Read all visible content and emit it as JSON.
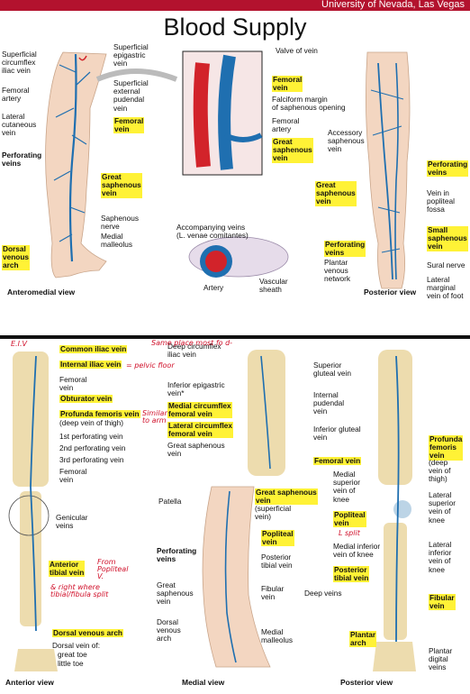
{
  "header": {
    "university": "University of Nevada, Las Vegas",
    "title": "Blood Supply"
  },
  "top_left": {
    "labels": [
      "Superficial\ncircumflex\niliac vein",
      "Superficial\nepigastric\nvein",
      "Femoral\nartery",
      "Superficial\nexternal\npudendal\nvein",
      "Lateral\ncutaneous\nvein",
      "Perforating\nveins",
      "Saphenous\nnerve",
      "Medial\nmalleolus"
    ],
    "highlighted": [
      "Femoral\nvein",
      "Great\nsaphenous\nvein",
      "Dorsal\nvenous\narch"
    ],
    "view": "Anteromedial view"
  },
  "top_middle": {
    "labels": [
      "Valve of vein",
      "Falciform margin\nof saphenous opening",
      "Femoral\nartery",
      "Accompanying veins\n(L. venae comitantes)",
      "Artery",
      "Vascular\nsheath"
    ],
    "highlighted": [
      "Femoral\nvein",
      "Great\nsaphenous\nvein"
    ]
  },
  "top_right": {
    "labels": [
      "Accessory\nsaphenous\nvein",
      "Vein in\npopliteal\nfossa",
      "Sural nerve",
      "Plantar\nvenous\nnetwork",
      "Lateral\nmarginal\nvein of foot"
    ],
    "highlighted": [
      "Perforating\nveins",
      "Great\nsaphenous\nvein",
      "Small\nsaphenous\nvein",
      "Perforating\nveins"
    ],
    "view": "Posterior view"
  },
  "bottom_left": {
    "labels": [
      "Femoral\nvein",
      "(deep vein of thigh)",
      "1st perforating vein",
      "2nd perforating vein",
      "3rd perforating vein",
      "Femoral\nvein",
      "Genicular\nveins",
      "Dorsal vein of:",
      "great toe",
      "little toe"
    ],
    "highlighted": [
      "Common iliac vein",
      "Internal iliac vein",
      "Obturator vein",
      "Profunda femoris vein",
      "Anterior\ntibial vein",
      "Dorsal venous arch"
    ],
    "view": "Anterior view"
  },
  "bottom_middle": {
    "labels": [
      "Deep circumflex\niliac vein",
      "Inferior epigastric\nvein*",
      "Great saphenous\nvein",
      "Patella",
      "(superficial\nvein)",
      "Posterior\ntibial vein",
      "Perforating\nveins",
      "Great\nsaphenous\nvein",
      "Fibular\nvein",
      "Deep veins",
      "Dorsal\nvenous\narch",
      "Medial\nmalleolus"
    ],
    "highlighted": [
      "Medial circumflex\nfemoral vein",
      "Lateral circumflex\nfemoral vein",
      "Great saphenous\nvein",
      "Popliteal\nvein"
    ],
    "view": "Medial view"
  },
  "bottom_right": {
    "labels": [
      "Superior\ngluteal vein",
      "Internal\npudendal\nvein",
      "Inferior gluteal\nvein",
      "Medial\nsuperior\nvein of\nknee",
      "(deep\nvein of\nthigh)",
      "Lateral\nsuperior\nvein of\nknee",
      "Medial inferior\nvein of knee",
      "Lateral\ninferior\nvein of\nknee",
      "Plantar\ndigital\nveins"
    ],
    "highlighted": [
      "Profunda\nfemoris\nvein",
      "Femoral vein",
      "Popliteal\nvein",
      "Posterior\ntibial vein",
      "Fibular\nvein",
      "Plantar\narch"
    ],
    "view": "Posterior view"
  },
  "handwritten": {
    "eiv": "E.I.V",
    "same_place": "Same place most fo d-",
    "pelvic_floor": "= pelvic floor",
    "similar": "Similar\nto arm",
    "from_popliteal": "From\nPopliteal\nV.",
    "tibial_fibular": "& right where\ntibial/fibula split",
    "split": "L split"
  },
  "colors": {
    "vein": "#1f6fb0",
    "artery": "#d2232a",
    "bone": "#eddcae",
    "skin": "#f3d6c1",
    "highlight": "#fff236",
    "accent_red": "#d0102a",
    "header_red": "#b3122e"
  }
}
